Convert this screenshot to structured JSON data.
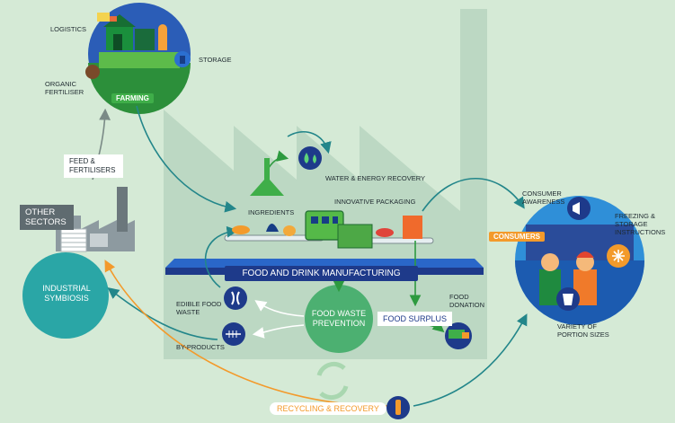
{
  "colors": {
    "background": "#d5ead6",
    "factory_shadow": "#b9d6c1",
    "navy": "#1e3a8a",
    "teal": "#2aa6a6",
    "green": "#3fae49",
    "orange": "#f39a2b",
    "sky": "#2f8fd8"
  },
  "farming": {
    "title": "FARMING",
    "logistics": "LOGISTICS",
    "storage": "STORAGE",
    "organic_fertiliser": "ORGANIC FERTILISER"
  },
  "feed": {
    "label": "FEED & FERTILISERS"
  },
  "other_sectors": {
    "label": "OTHER SECTORS"
  },
  "industrial_symbiosis": {
    "label": "INDUSTRIAL SYMBIOSIS"
  },
  "manufacturing": {
    "title": "FOOD AND DRINK MANUFACTURING",
    "water_energy": "WATER & ENERGY RECOVERY",
    "innovative_packaging": "INNOVATIVE PACKAGING",
    "ingredients": "INGREDIENTS"
  },
  "waste": {
    "edible_food_waste": "EDIBLE FOOD WASTE",
    "by_products": "BY-PRODUCTS",
    "prevention": "FOOD WASTE PREVENTION",
    "surplus": "FOOD SURPLUS",
    "donation": "FOOD DONATION"
  },
  "consumers": {
    "title": "CONSUMERS",
    "awareness": "CONSUMER AWARENESS",
    "freezing": "FREEZING & STORAGE INSTRUCTIONS",
    "portion": "VARIETY OF PORTION SIZES"
  },
  "recycling": {
    "label": "RECYCLING & RECOVERY"
  },
  "icons": [
    "barn-icon",
    "silo-icon",
    "truck-icon",
    "hedgehog-icon",
    "factory-icon",
    "funnel-icon",
    "water-drop-icon",
    "robot-machine-icon",
    "apple-core-icon",
    "fish-bone-icon",
    "van-icon",
    "megaphone-icon",
    "snowflake-icon",
    "cup-icon",
    "bottle-icon",
    "recycle-arrows-icon"
  ]
}
